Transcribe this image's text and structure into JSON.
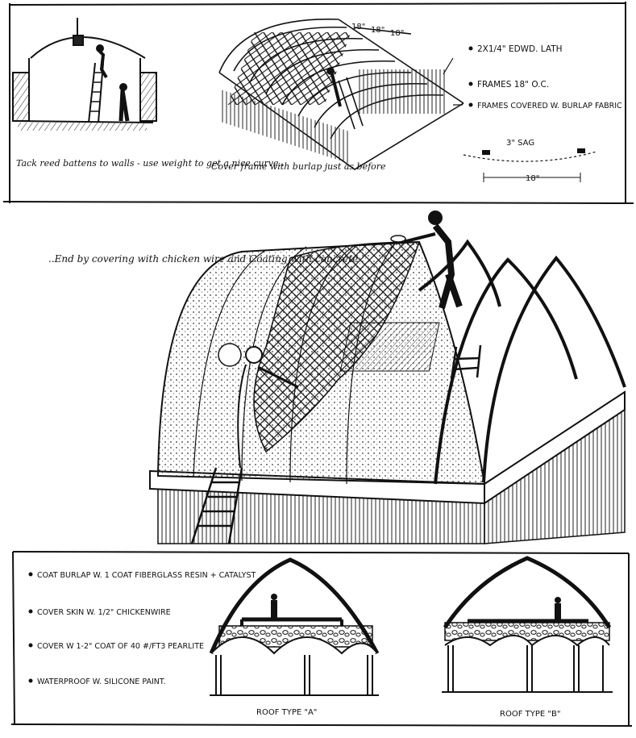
{
  "panels": {
    "top": {
      "section_note": "Tack reed battens to walls - use weight to get a nice curve..",
      "frame_note": "Cover frame with burlap just as before",
      "spacing_labels": [
        "18\"",
        "18\"",
        "18\""
      ],
      "legend": [
        "2X1/4\" EDWD. LATH",
        "FRAMES 18\" O.C.",
        "FRAMES COVERED W. BURLAP FABRIC"
      ],
      "sag_label": "3\" SAG",
      "span_label": "18\""
    },
    "middle": {
      "note": "..End by covering with chicken wire and Coating with concrete"
    },
    "bottom": {
      "steps": [
        "COAT BURLAP W. 1 COAT FIBERGLASS RESIN + CATALYST",
        "COVER SKIN W. 1/2\" CHICKENWIRE",
        "COVER W 1-2\" COAT OF 40 #/FT3 PEARLITE",
        "WATERPROOF W. SILICONE PAINT."
      ],
      "roof_a": "ROOF TYPE \"A\"",
      "roof_b": "ROOF TYPE \"B\""
    }
  },
  "colors": {
    "ink": "#111111",
    "paper": "#ffffff"
  }
}
